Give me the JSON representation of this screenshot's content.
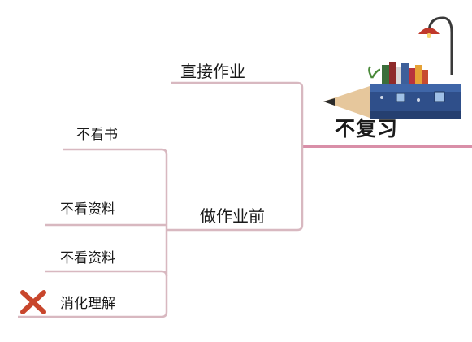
{
  "mindmap": {
    "root": {
      "label": "不复习"
    },
    "branches": [
      {
        "label": "直接作业"
      },
      {
        "label": "做作业前",
        "children": [
          {
            "label": "不看书"
          },
          {
            "label": "不看资料"
          },
          {
            "label": "不看资料"
          },
          {
            "label": "消化理解",
            "marker": "x-mark-icon"
          }
        ]
      }
    ]
  },
  "colors": {
    "connector": "#d8b8c0",
    "root_line": "#d98fa8",
    "underline": "#cfcfcf",
    "x_mark": "#c8462c",
    "pencil_body": "#2f4f8a",
    "pencil_tip": "#e6c79c"
  }
}
